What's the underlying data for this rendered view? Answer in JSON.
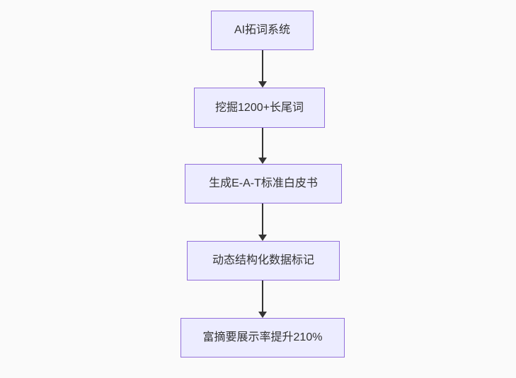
{
  "diagram": {
    "type": "flowchart",
    "direction": "top-down",
    "nodes": [
      {
        "id": "n1",
        "label": "AI拓词系统"
      },
      {
        "id": "n2",
        "label": "挖掘1200+长尾词"
      },
      {
        "id": "n3",
        "label": "生成E-A-T标准白皮书"
      },
      {
        "id": "n4",
        "label": "动态结构化数据标记"
      },
      {
        "id": "n5",
        "label": "富摘要展示率提升210%"
      }
    ],
    "edges": [
      {
        "from": "n1",
        "to": "n2"
      },
      {
        "from": "n2",
        "to": "n3"
      },
      {
        "from": "n3",
        "to": "n4"
      },
      {
        "from": "n4",
        "to": "n5"
      }
    ],
    "colors": {
      "background": "#fafafa",
      "node_fill": "#ececff",
      "node_border": "#9370db",
      "node_text": "#333333",
      "arrow": "#333333"
    }
  }
}
